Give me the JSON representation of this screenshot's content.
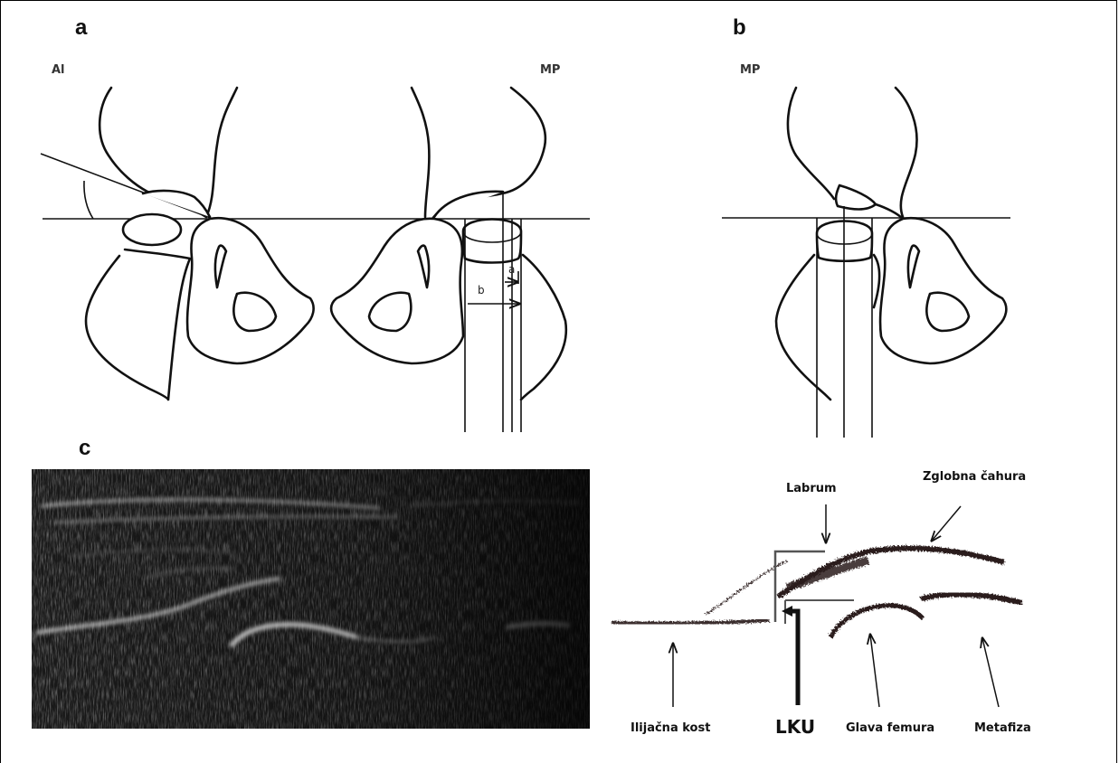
{
  "panels": {
    "a": {
      "letter": "a",
      "label_left": "Al",
      "label_right": "MP",
      "meas_a": "a",
      "meas_b": "b"
    },
    "b": {
      "letter": "b",
      "label": "MP"
    },
    "c": {
      "letter": "c"
    }
  },
  "annotations": {
    "labrum": "Labrum",
    "capsule": "Zglobna čahura",
    "ilium": "Ilijačna kost",
    "lku": "LKU",
    "femoral_head": "Glava femura",
    "metaphysis": "Metafiza"
  },
  "colors": {
    "ink": "#111111",
    "ultrasound_bg": "#1a1a1a",
    "sketch_stipple": "#2a1e1e",
    "background": "#ffffff"
  }
}
